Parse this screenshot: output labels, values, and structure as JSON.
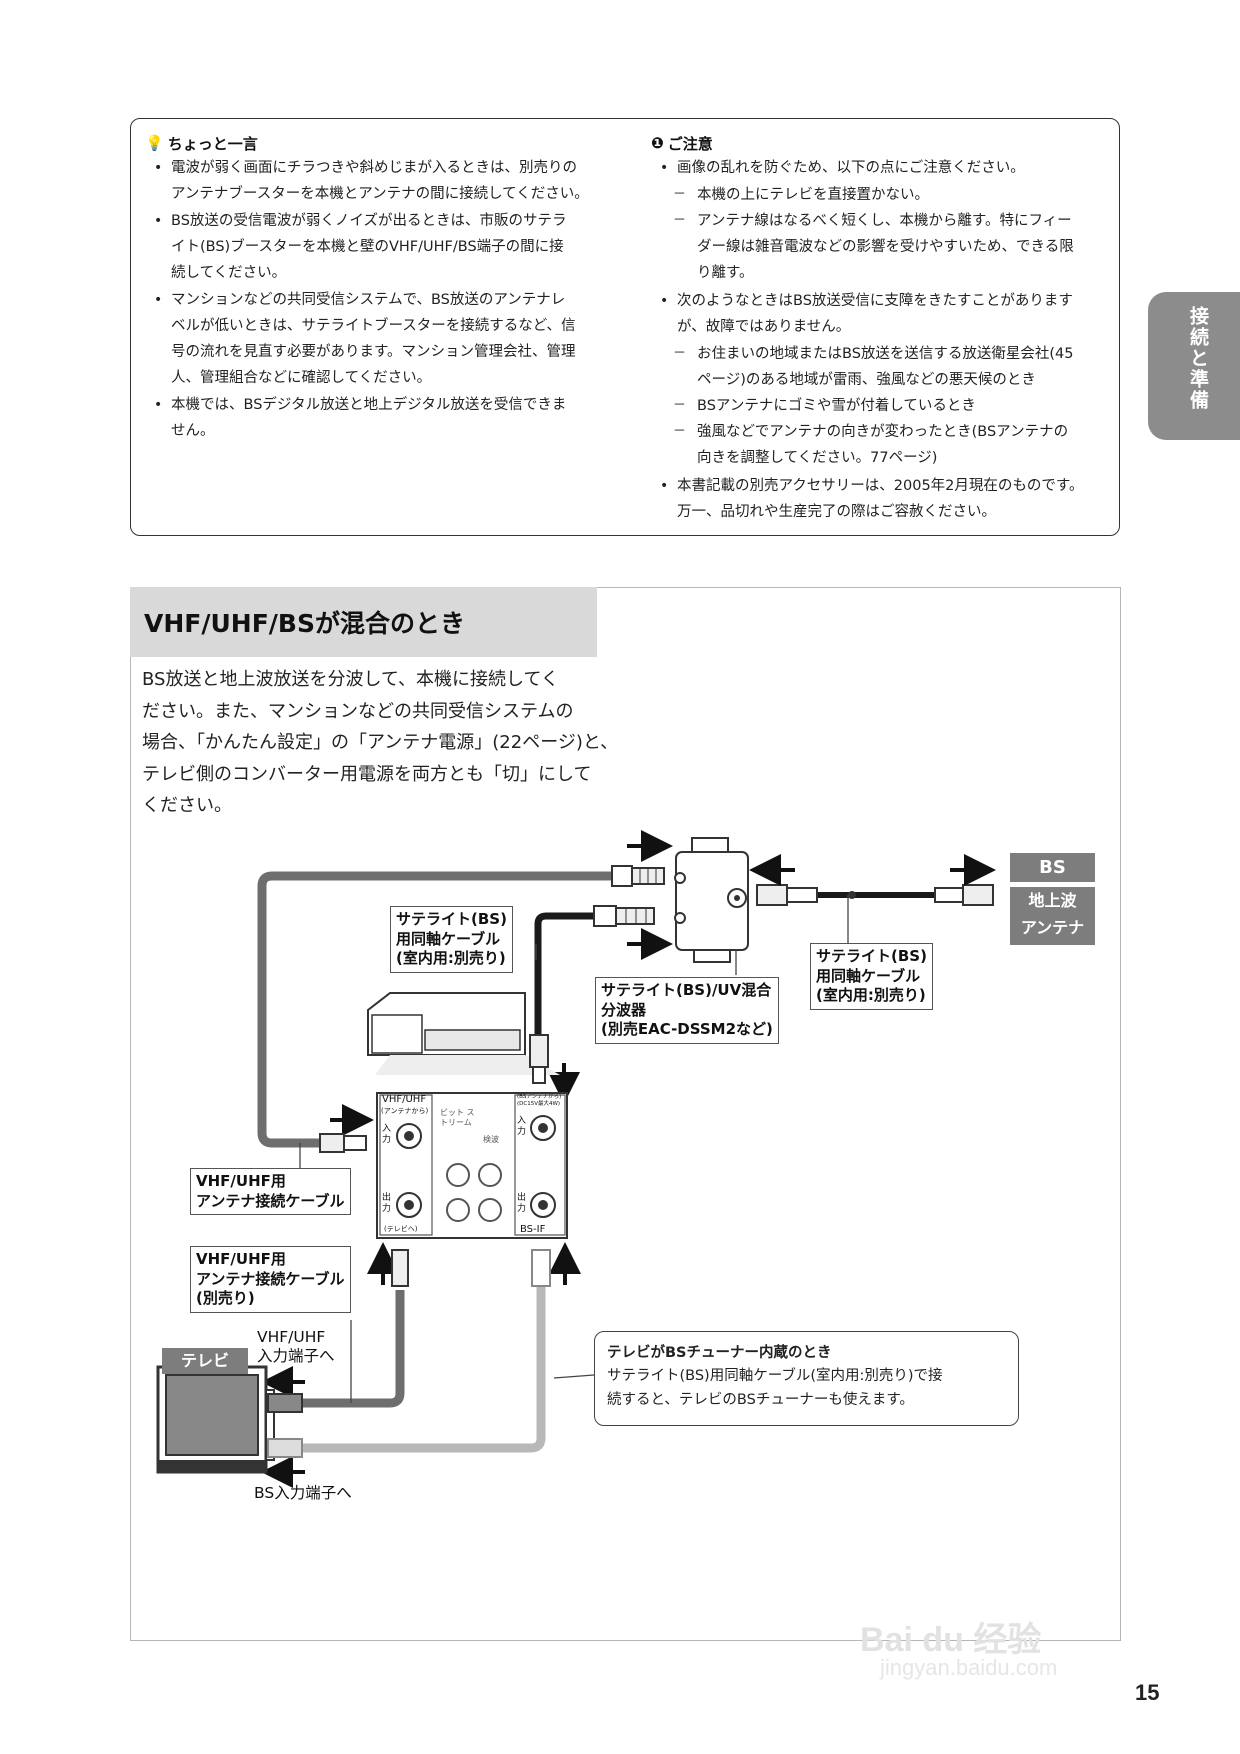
{
  "notes": {
    "tip": {
      "icon": "💡",
      "heading": "ちょっと一言",
      "items": [
        [
          "電波が弱く画面にチラつきや斜めじまが入るときは、別売りの",
          "アンテナブースターを本機とアンテナの間に接続してください。"
        ],
        [
          "BS放送の受信電波が弱くノイズが出るときは、市販のサテラ",
          "イト(BS)ブースターを本機と壁のVHF/UHF/BS端子の間に接",
          "続してください。"
        ],
        [
          "マンションなどの共同受信システムで、BS放送のアンテナレ",
          "ベルが低いときは、サテライトブースターを接続するなど、信",
          "号の流れを見直す必要があります。マンション管理会社、管理",
          "人、管理組合などに確認してください。"
        ],
        [
          "本機では、BSデジタル放送と地上デジタル放送を受信できま",
          "せん。"
        ]
      ]
    },
    "caution": {
      "icon": "❶",
      "heading": "ご注意",
      "b1": "画像の乱れを防ぐため、以下の点にご注意ください。",
      "b1_d1": "本機の上にテレビを直接置かない。",
      "b1_d2": [
        "アンテナ線はなるべく短くし、本機から離す。特にフィー",
        "ダー線は雑音電波などの影響を受けやすいため、できる限",
        "り離す。"
      ],
      "b2": [
        "次のようなときはBS放送受信に支障をきたすことがあります",
        "が、故障ではありません。"
      ],
      "b2_d1": [
        "お住まいの地域またはBS放送を送信する放送衛星会社(45",
        "ページ)のある地域が雷雨、強風などの悪天候のとき"
      ],
      "b2_d2": "BSアンテナにゴミや雪が付着しているとき",
      "b2_d3": [
        "強風などでアンテナの向きが変わったとき(BSアンテナの",
        "向きを調整してください。77ページ)"
      ],
      "b3": [
        "本書記載の別売アクセサリーは、2005年2月現在のものです。",
        "万一、品切れや生産完了の際はご容赦ください。"
      ]
    }
  },
  "side_tab": "接続と準備",
  "section": {
    "title": "VHF/UHF/BSが混合のとき",
    "intro": [
      "BS放送と地上波放送を分波して、本機に接続してく",
      "ださい。また、マンションなどの共同受信システムの",
      "場合、「かんたん設定」の「アンテナ電源」(22ページ)と、",
      "テレビ側のコンバーター用電源を両方とも「切」にして",
      "ください。"
    ]
  },
  "diagram": {
    "tag_bs": "BS",
    "tag_antenna": [
      "地上波",
      "アンテナ"
    ],
    "tag_tv": "テレビ",
    "sat_cable_left": [
      "サテライト(BS)",
      "用同軸ケーブル",
      "(室内用:別売り)"
    ],
    "sat_cable_right": [
      "サテライト(BS)",
      "用同軸ケーブル",
      "(室内用:別売り)"
    ],
    "splitter": [
      "サテライト(BS)/UV混合",
      "分波器",
      "(別売EAC-DSSM2など)"
    ],
    "vhf_cable_1": [
      "VHF/UHF用",
      "アンテナ接続ケーブル"
    ],
    "vhf_cable_2": [
      "VHF/UHF用",
      "アンテナ接続ケーブル",
      "(別売り)"
    ],
    "vhf_input": [
      "VHF/UHF",
      "入力端子へ"
    ],
    "bs_input": "BS入力端子へ",
    "panel": {
      "vhf_uhf": "VHF/UHF",
      "from_antenna": "(アンテナから)",
      "in": "入力",
      "out": "出力",
      "to_tv": "(テレビへ)",
      "bitstream": "ビット ストリーム",
      "detect": "検波",
      "bs_if": "BS-IF",
      "bs_from": "(BSアンテナから) (DC15V最大4W)"
    },
    "callout_title": "テレビがBSチューナー内蔵のとき",
    "callout_body": [
      "サテライト(BS)用同軸ケーブル(室内用:別売り)で接",
      "続すると、テレビのBSチューナーも使えます。"
    ]
  },
  "page_number": "15",
  "watermark": [
    "Bai du 经验",
    "jingyan.baidu.com"
  ]
}
